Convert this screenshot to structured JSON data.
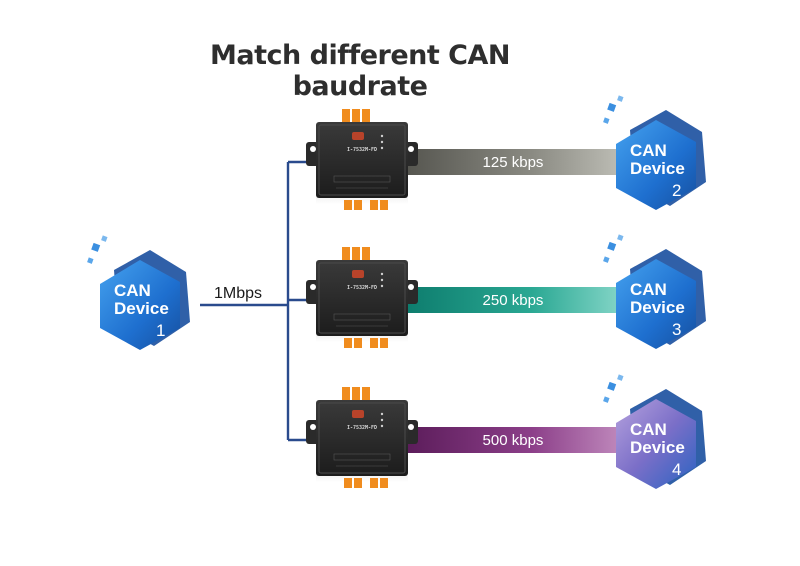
{
  "title": "Match different CAN baudrate",
  "main_link_label": "1Mbps",
  "source_device": {
    "line1": "CAN",
    "line2": "Device",
    "number": "1"
  },
  "gateway_model": "I-7532M-FD",
  "branches": [
    {
      "baudrate": "125 kbps",
      "color": "#7a7a72",
      "device": {
        "line1": "CAN",
        "line2": "Device",
        "number": "2"
      }
    },
    {
      "baudrate": "250 kbps",
      "color": "#1e9a86",
      "device": {
        "line1": "CAN",
        "line2": "Device",
        "number": "3"
      }
    },
    {
      "baudrate": "500 kbps",
      "color": "#7d2f7a",
      "device": {
        "line1": "CAN",
        "line2": "Device",
        "number": "4"
      }
    }
  ],
  "colors": {
    "bus_line": "#2a4b8d",
    "hex_blue": "#2a7fd8",
    "hex_purple": "#9a82c8"
  }
}
